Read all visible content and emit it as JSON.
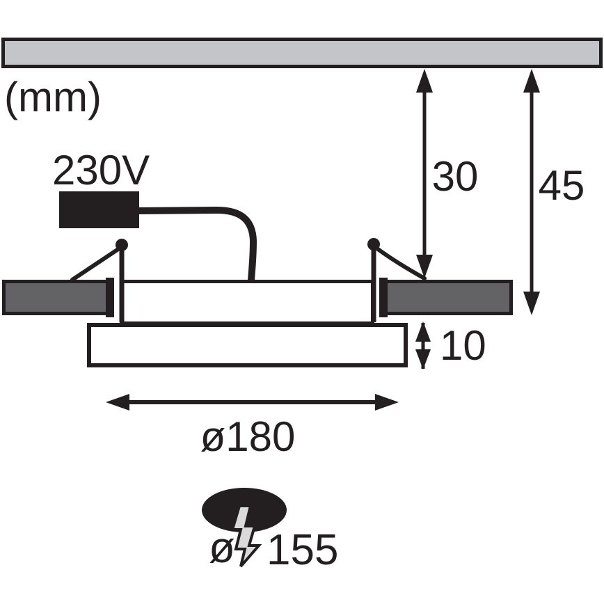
{
  "diagram": {
    "unit_label": "(mm)",
    "power": {
      "voltage_label": "230V"
    },
    "dimensions": {
      "recess_depth": "30",
      "total_depth": "45",
      "panel_thickness": "10",
      "panel_diameter": "ø180",
      "cutout": {
        "prefix": "ø",
        "value": "155"
      }
    },
    "icons": {
      "cutout_hole": "black-filled-ellipse",
      "electric_symbol": "lightning-bolt"
    },
    "colors": {
      "background": "#ffffff",
      "ink": "#231f20",
      "ceiling_fill": "#c3c5c9",
      "clip_block_fill": "#636366",
      "bolt_fill": "#dadada"
    }
  }
}
